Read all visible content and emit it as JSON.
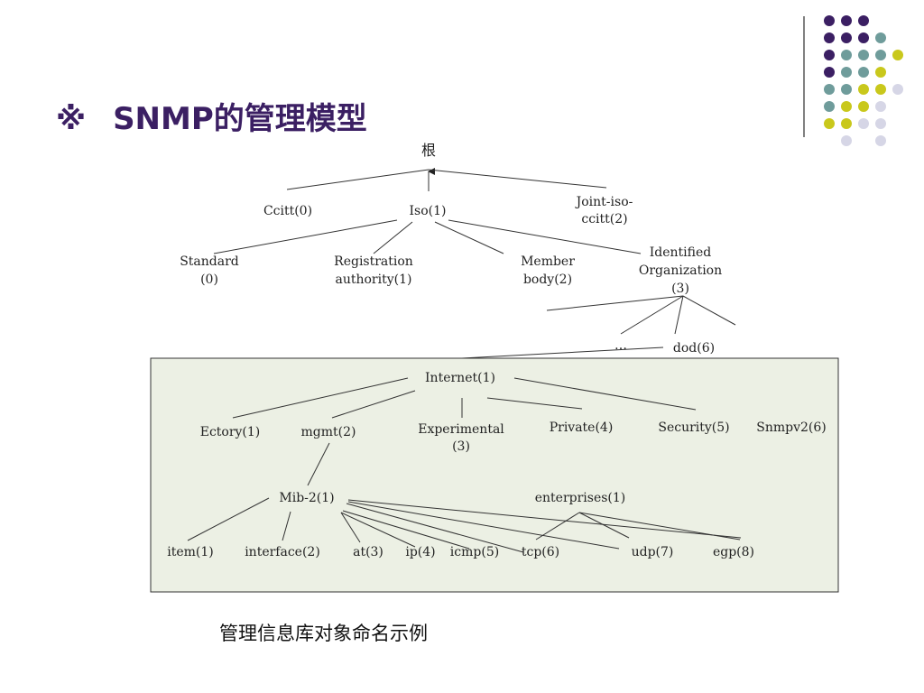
{
  "slide": {
    "title_mark": "※",
    "title_text": "SNMP的管理模型",
    "caption": "管理信息库对象命名示例",
    "colors": {
      "title": "#3b1f63",
      "dot_purple": "#3b1f63",
      "dot_teal": "#6f9c9b",
      "dot_yellow": "#c9c81c",
      "dot_lavender": "#d6d6e6",
      "box_fill": "#ecf0e4"
    }
  },
  "tree": {
    "root": "根",
    "level1": {
      "ccitt": "Ccitt(0)",
      "iso": "Iso(1)",
      "joint_line1": "Joint-iso-",
      "joint_line2": "ccitt(2)"
    },
    "level2": {
      "standard_line1": "Standard",
      "standard_line2": "(0)",
      "registration_line1": "Registration",
      "registration_line2": "authority(1)",
      "member_line1": "Member",
      "member_line2": "body(2)",
      "identified_line1": "Identified",
      "identified_line2": "Organization",
      "identified_line3": "(3)"
    },
    "level3": {
      "ellipsis": "…",
      "dod": "dod(6)"
    },
    "internet": {
      "label": "Internet(1)",
      "children": {
        "ectory": "Ectory(1)",
        "mgmt": "mgmt(2)",
        "experimental_line1": "Experimental",
        "experimental_line2": "(3)",
        "private": "Private(4)",
        "security": "Security(5)",
        "snmpv2": "Snmpv2(6)"
      }
    },
    "mib2": {
      "label": "Mib-2(1)",
      "enterprises": "enterprises(1)",
      "children": {
        "item": "item(1)",
        "interface": "interface(2)",
        "at": "at(3)",
        "ip": "ip(4)",
        "icmp": "icmp(5)",
        "tcp": "tcp(6)",
        "udp": "udp(7)",
        "egp": "egp(8)"
      }
    }
  }
}
